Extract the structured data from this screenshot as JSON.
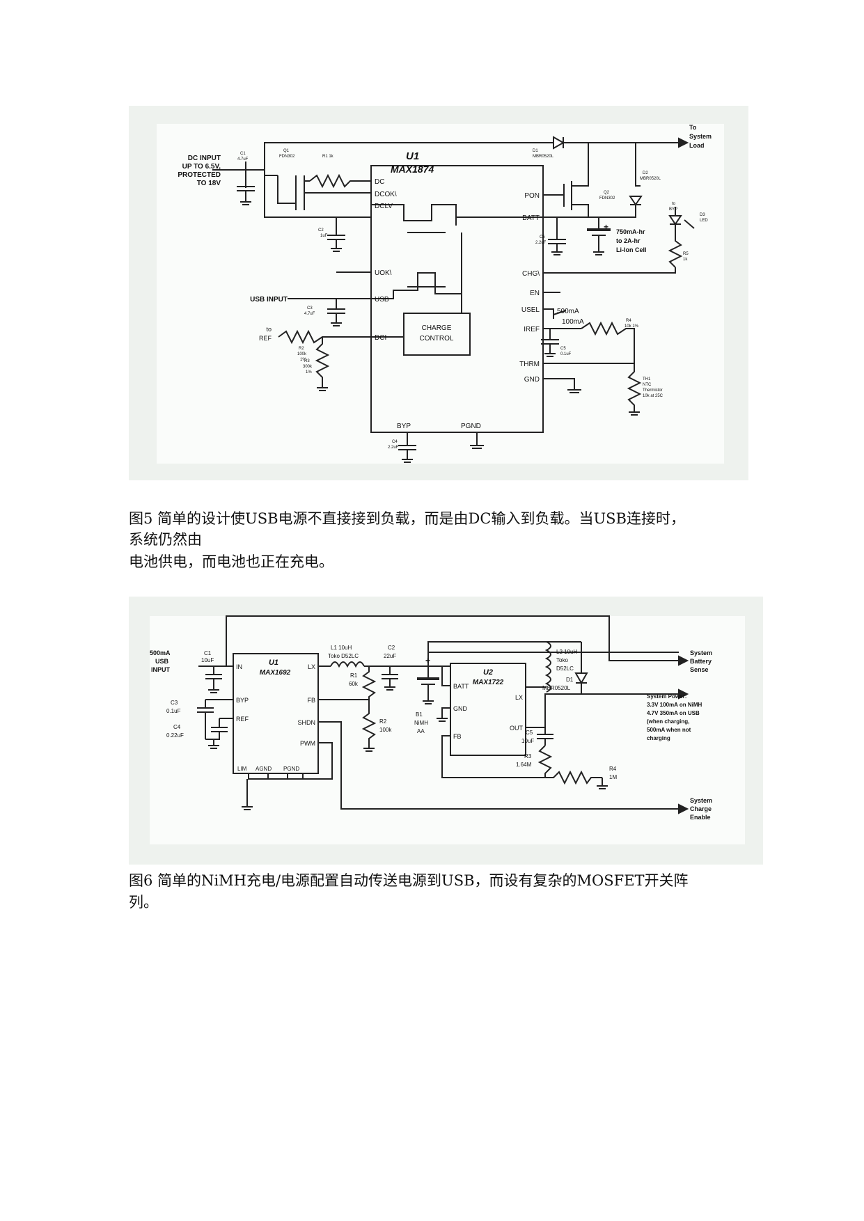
{
  "figure5": {
    "caption_line1": "图5 简单的设计使USB电源不直接接到负载，而是由DC输入到负载。当USB连接时，",
    "caption_line2": "系统仍然由",
    "caption_line3": "电池供电，而电池也正在充电。",
    "u1_ref": "U1",
    "u1_part": "MAX1874",
    "dc_input": [
      "DC INPUT",
      "UP TO 6.5V,",
      "PROTECTED",
      "TO 18V"
    ],
    "usb_input": "USB INPUT",
    "to_ref": [
      "to",
      "REF"
    ],
    "to_system_load": [
      "To",
      "System",
      "Load"
    ],
    "battery_label": [
      "750mA-hr",
      "to 2A-hr",
      "Li-Ion Cell"
    ],
    "pins_left": [
      "DC",
      "DCOK\\",
      "DCLV",
      "UOK\\",
      "USB",
      "DCI"
    ],
    "pins_right": [
      "PON",
      "BATT",
      "CHG\\",
      "EN",
      "USEL",
      "IREF",
      "THRM",
      "GND"
    ],
    "pins_bottom": [
      "BYP",
      "PGND"
    ],
    "charge_control": [
      "CHARGE",
      "CONTROL"
    ],
    "usel_options": [
      "500mA",
      "100mA"
    ],
    "components": {
      "c1": [
        "C1",
        "4.7uF"
      ],
      "q1": [
        "Q1",
        "FDN302"
      ],
      "r1": "R1 1k",
      "c2": [
        "C2",
        "1uF"
      ],
      "c3": [
        "C3",
        "4.7uF"
      ],
      "r2": [
        "R2",
        "100k",
        "1%"
      ],
      "r3": [
        "R3",
        "300k",
        "1%"
      ],
      "c4": [
        "C4",
        "2.2uF"
      ],
      "d1": [
        "D1",
        "MBR0520L"
      ],
      "q2": [
        "Q2",
        "FDN302"
      ],
      "d2": [
        "D2",
        "MBR0520L"
      ],
      "c6": [
        "C6",
        "2.2uF"
      ],
      "d3": [
        "D3",
        "LED"
      ],
      "byp": [
        "to",
        "BYP"
      ],
      "r5": [
        "R5",
        "1k"
      ],
      "r4": [
        "R4",
        "10k 1%"
      ],
      "c5": [
        "C5",
        "0.1uF"
      ],
      "th1": [
        "TH1",
        "NTC",
        "Thermistor",
        "10k at 25C"
      ]
    }
  },
  "figure6": {
    "caption_line1": "图6 简单的NiMH充电/电源配置自动传送电源到USB，而设有复杂的MOSFET开关阵",
    "caption_line2": "列。",
    "usb_input": [
      "500mA",
      "USB",
      "INPUT"
    ],
    "u1_ref": "U1",
    "u1_part": "MAX1692",
    "u1_pins": [
      "IN",
      "LX",
      "BYP",
      "FB",
      "REF",
      "SHDN",
      "PWM",
      "LIM",
      "AGND",
      "PGND"
    ],
    "u2_ref": "U2",
    "u2_part": "MAX1722",
    "u2_pins": [
      "BATT",
      "LX",
      "GND",
      "OUT",
      "FB"
    ],
    "components": {
      "c1": [
        "C1",
        "10uF"
      ],
      "l1": [
        "L1 10uH",
        "Toko D52LC"
      ],
      "c2": [
        "C2",
        "22uF"
      ],
      "c3": [
        "C3",
        "0.1uF"
      ],
      "c4": [
        "C4",
        "0.22uF"
      ],
      "r1": [
        "R1",
        "60k"
      ],
      "r2": [
        "R2",
        "100k"
      ],
      "b1": [
        "B1",
        "NiMH",
        "AA"
      ],
      "l2": [
        "L2 10uH",
        "Toko",
        "D52LC"
      ],
      "d1": [
        "D1",
        "MBR0520L"
      ],
      "c5": [
        "C5",
        "10uF"
      ],
      "r3": [
        "R3",
        "1.64M"
      ],
      "r4": [
        "R4",
        "1M"
      ]
    },
    "system_battery_sense": [
      "System",
      "Battery",
      "Sense"
    ],
    "system_power": [
      "System Power:",
      "3.3V 100mA on NiMH",
      "4.7V 350mA on USB",
      "(when charging,",
      "500mA when not",
      "charging"
    ],
    "system_charge_enable": [
      "System",
      "Charge",
      "Enable"
    ]
  }
}
